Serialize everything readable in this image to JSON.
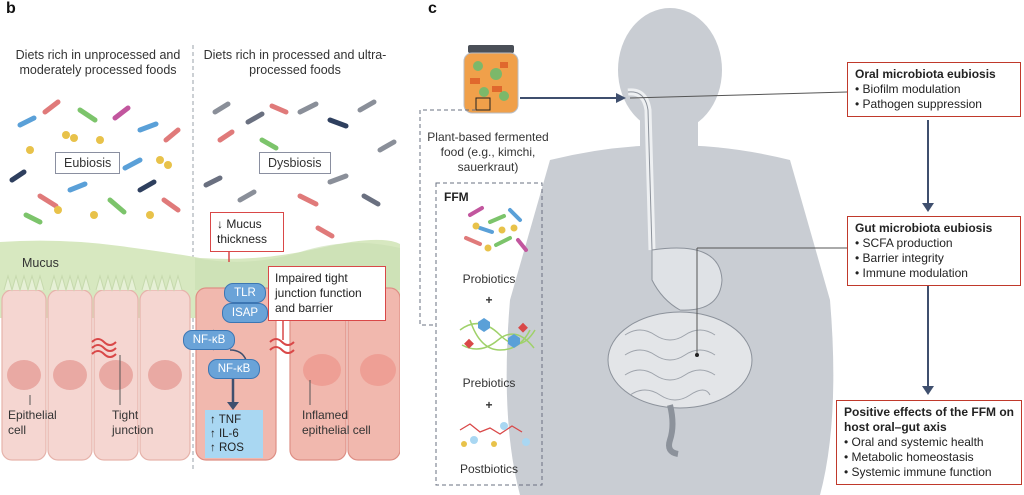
{
  "panel_b": {
    "label": "b",
    "left_heading": "Diets rich in unprocessed and moderately processed foods",
    "right_heading": "Diets rich in processed and ultra-processed foods",
    "eubiosis": "Eubiosis",
    "dysbiosis": "Dysbiosis",
    "mucus": "Mucus",
    "mucus_thickness": "↓ Mucus thickness",
    "impaired": "Impaired tight junction function and barrier",
    "tlr": "TLR",
    "isap": "ISAP",
    "nfkb1": "NF-κB",
    "nfkb2": "NF-κB",
    "cytokines": [
      "↑ TNF",
      "↑ IL-6",
      "↑ ROS"
    ],
    "epithelial_cell": "Epithelial cell",
    "tight_junction": "Tight junction",
    "inflamed": "Inflamed epithelial cell"
  },
  "panel_c": {
    "label": "c",
    "food_label": "Plant-based fermented food (e.g., kimchi, sauerkraut)",
    "ffm_title": "FFM",
    "probiotics": "Probiotics",
    "prebiotics": "Prebiotics",
    "postbiotics": "Postbiotics",
    "plus": "+",
    "oral": {
      "title": "Oral microbiota eubiosis",
      "items": [
        "Biofilm modulation",
        "Pathogen suppression"
      ]
    },
    "gut": {
      "title": "Gut microbiota eubiosis",
      "items": [
        "SCFA production",
        "Barrier integrity",
        "Immune modulation"
      ]
    },
    "positive": {
      "title": "Positive effects of the FFM on host oral–gut axis",
      "items": [
        "Oral and systemic health",
        "Metabolic homeostasis",
        "Systemic immune function"
      ]
    }
  },
  "colors": {
    "accent_red": "#d94848",
    "nav_arrow": "#3f4f6e",
    "body": "#c9cdd3",
    "mucus": "#d7e8c0",
    "cell": "#f3c9c2"
  }
}
